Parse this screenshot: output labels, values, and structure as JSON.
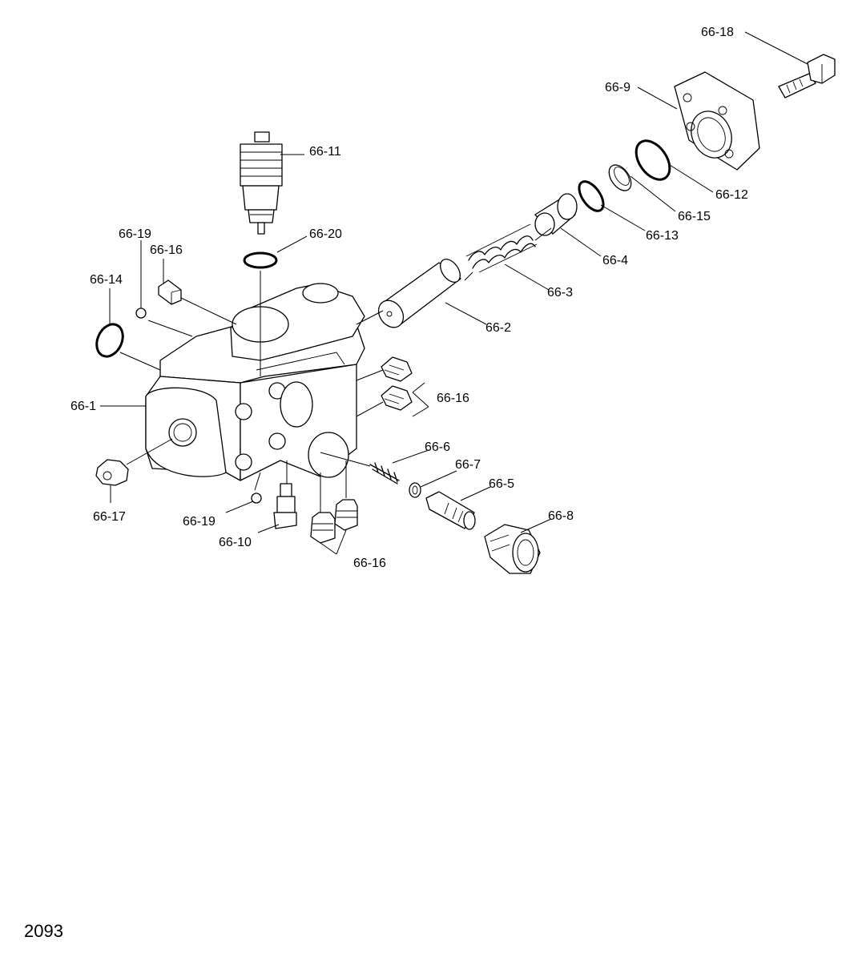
{
  "diagram": {
    "page_number": "2093",
    "labels": {
      "l_66_1": "66-1",
      "l_66_2": "66-2",
      "l_66_3": "66-3",
      "l_66_4": "66-4",
      "l_66_5": "66-5",
      "l_66_6": "66-6",
      "l_66_7": "66-7",
      "l_66_8": "66-8",
      "l_66_9": "66-9",
      "l_66_10": "66-10",
      "l_66_11": "66-11",
      "l_66_12": "66-12",
      "l_66_13": "66-13",
      "l_66_14": "66-14",
      "l_66_15": "66-15",
      "l_66_16a": "66-16",
      "l_66_16b": "66-16",
      "l_66_16c": "66-16",
      "l_66_17": "66-17",
      "l_66_18": "66-18",
      "l_66_19a": "66-19",
      "l_66_19b": "66-19",
      "l_66_20": "66-20"
    }
  }
}
